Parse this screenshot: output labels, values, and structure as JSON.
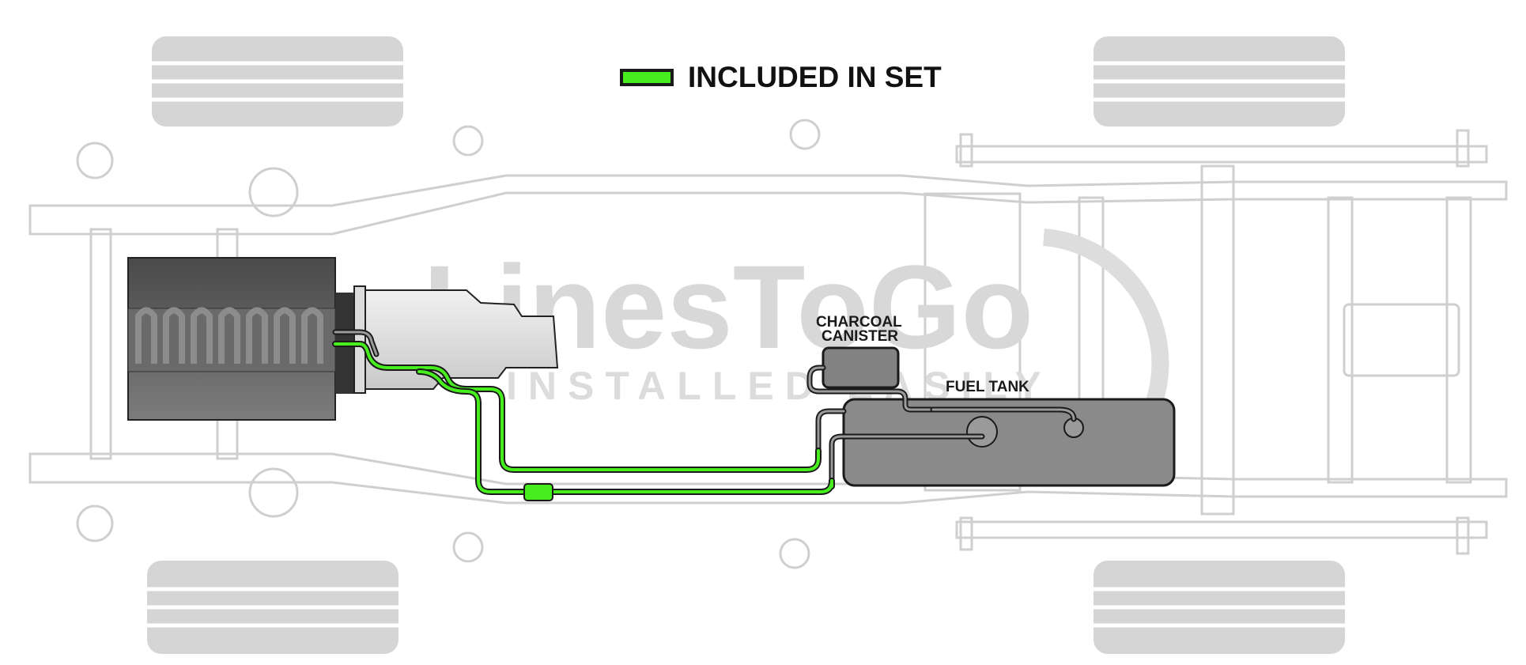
{
  "legend": {
    "label": "INCLUDED IN SET",
    "color": "#46ee1e"
  },
  "labels": {
    "charcoal_line1": "CHARCOAL",
    "charcoal_line2": "CANISTER",
    "fuel_tank": "FUEL TANK"
  },
  "watermark": {
    "brand": "LinesToGo",
    "tagline": "INSTALLED EASILY"
  },
  "colors": {
    "included_line": "#46ee1e",
    "other_line": "#6f6f6f",
    "frame": "#cfcfcf",
    "tank": "#8a8a8a",
    "engine": "#606060"
  }
}
